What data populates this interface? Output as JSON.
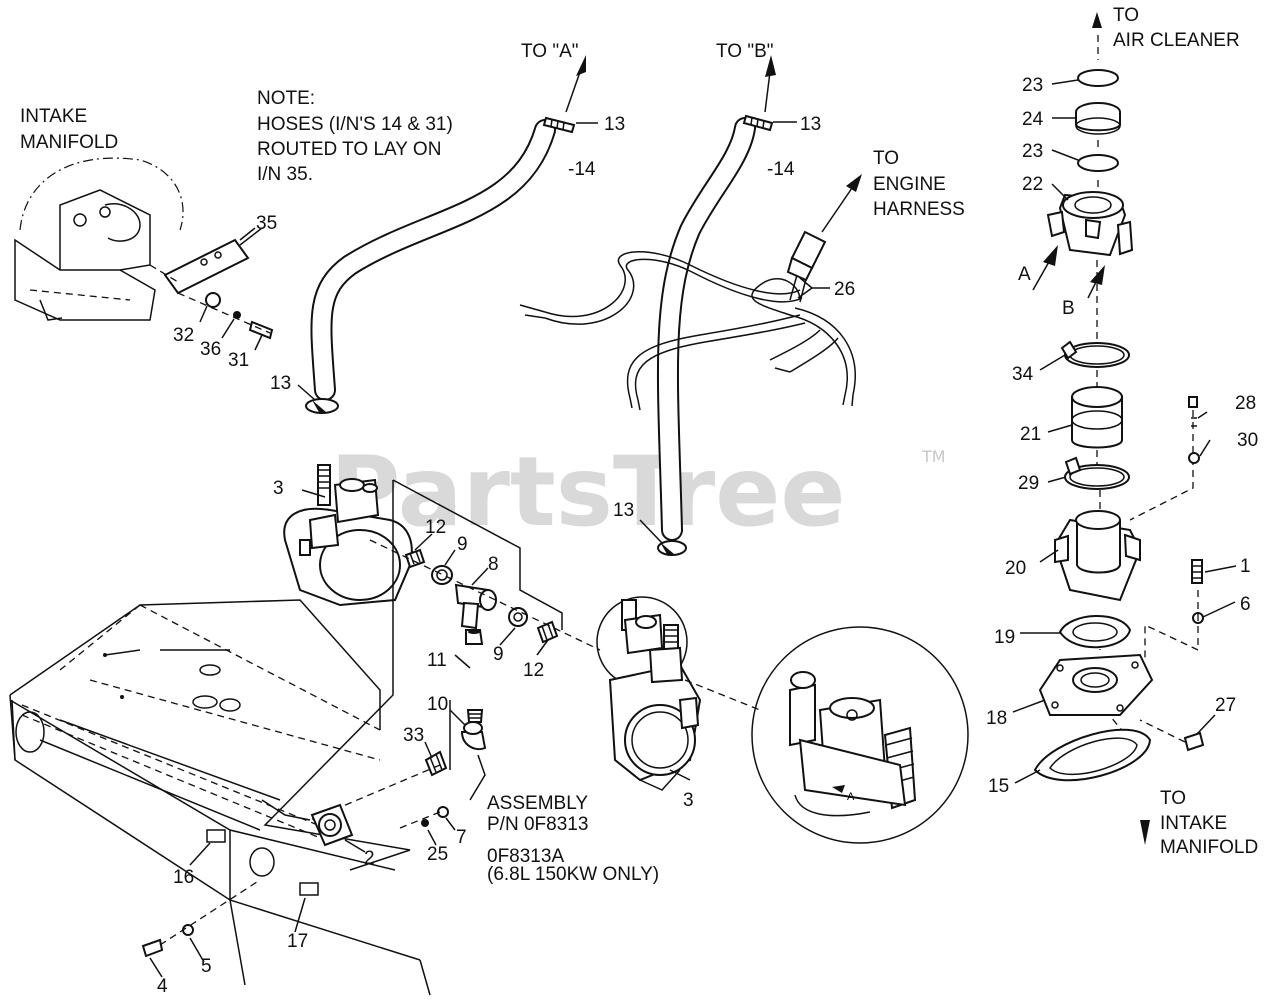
{
  "watermark": {
    "text": "PartsTree",
    "tm": "TM"
  },
  "notes": {
    "intake_manifold_left": [
      "INTAKE",
      "MANIFOLD"
    ],
    "hose_note": [
      "NOTE:",
      "HOSES (I/N'S 14 & 31)",
      "ROUTED TO LAY ON",
      "I/N 35."
    ],
    "to_a": "TO \"A\"",
    "to_b": "TO \"B\"",
    "to_engine_harness": [
      "TO",
      "ENGINE",
      "HARNESS"
    ],
    "to_air_cleaner": [
      "TO",
      "AIR CLEANER"
    ],
    "to_intake_manifold": [
      "TO",
      "INTAKE",
      "MANIFOLD"
    ],
    "assembly": [
      "ASSEMBLY",
      "P/N 0F8313",
      "",
      "0F8313A",
      "(6.8L 150KW ONLY)"
    ],
    "ref_a": "A",
    "ref_b": "B"
  },
  "callouts": {
    "c13_top_left": "13",
    "c14_left": "-14",
    "c13_top_right": "13",
    "c14_right": "-14",
    "c35": "35",
    "c32": "32",
    "c36": "36",
    "c31": "31",
    "c13_left_clamp": "13",
    "c26": "26",
    "c3_top": "3",
    "c12_left": "12",
    "c9_left": "9",
    "c8": "8",
    "c11": "11",
    "c9_right": "9",
    "c12_right": "12",
    "c13_mid": "13",
    "c10": "10",
    "c33": "33",
    "c3_bottom": "3",
    "c2": "2",
    "c25": "25",
    "c7": "7",
    "c16": "16",
    "c17": "17",
    "c4": "4",
    "c5": "5",
    "c23_top": "23",
    "c24": "24",
    "c23_mid": "23",
    "c22": "22",
    "c34": "34",
    "c21": "21",
    "c28": "28",
    "c30": "30",
    "c29": "29",
    "c20": "20",
    "c1": "1",
    "c6": "6",
    "c19": "19",
    "c18": "18",
    "c27": "27",
    "c15": "15"
  }
}
